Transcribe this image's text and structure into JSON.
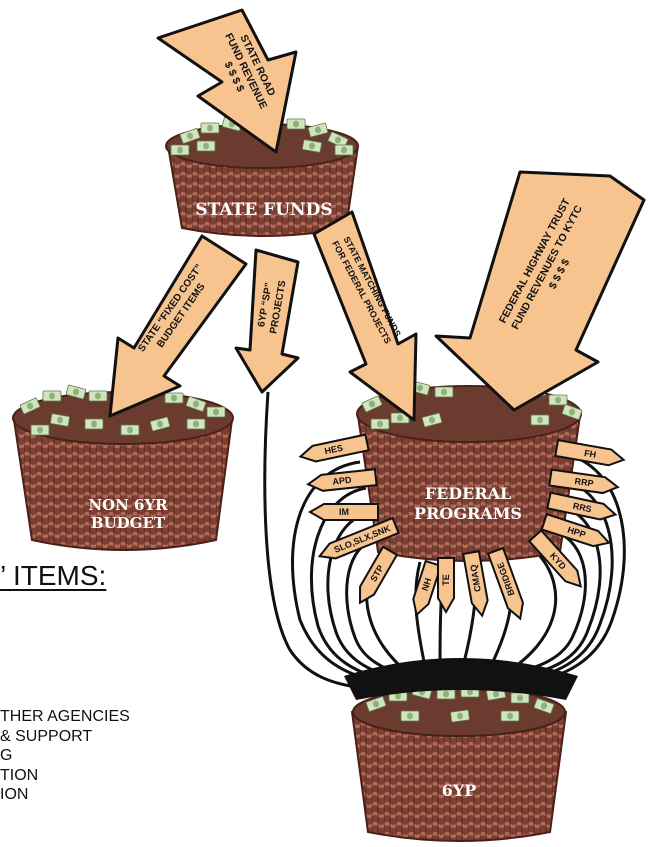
{
  "arrows": {
    "state_road": [
      "STATE ROAD",
      "FUND REVENUE",
      "$ $ $ $"
    ],
    "fixed_cost": [
      "STATE “FIXED COST”",
      "BUDGET ITEMS"
    ],
    "sp_projects": [
      "6YP “SP”",
      "PROJECTS"
    ],
    "matching": [
      "STATE MATCHING FUNDS",
      "FOR FEDERAL PROJECTS"
    ],
    "federal_trust": [
      "FEDERAL HIGHWAY TRUST",
      "FUND REVENUES TO KYTC",
      "$ $ $ $"
    ]
  },
  "baskets": {
    "state_funds": [
      "STATE FUNDS"
    ],
    "non6yr": [
      "NON 6YR",
      "BUDGET"
    ],
    "federal": [
      "FEDERAL",
      "PROGRAMS"
    ],
    "sixyp": [
      "6YP"
    ]
  },
  "streams": {
    "left": [
      "HES",
      "APD",
      "IM",
      "SLO,SLX,SNK"
    ],
    "bottom": [
      "STP",
      "NH",
      "TE",
      "CMAQ",
      "BRIDGE"
    ],
    "right": [
      "FH",
      "RRP",
      "RRS",
      "HPP",
      "KYD"
    ]
  },
  "fixed_items": {
    "title": "’ ITEMS:",
    "lines": [
      "THER AGENCIES",
      "& SUPPORT",
      "G",
      "TION",
      "ION"
    ]
  },
  "colors": {
    "arrow_fill": "#f7c48f",
    "basket_weave": "#8a4a3c",
    "money_green": "#b7d2a4",
    "black": "#111111"
  }
}
